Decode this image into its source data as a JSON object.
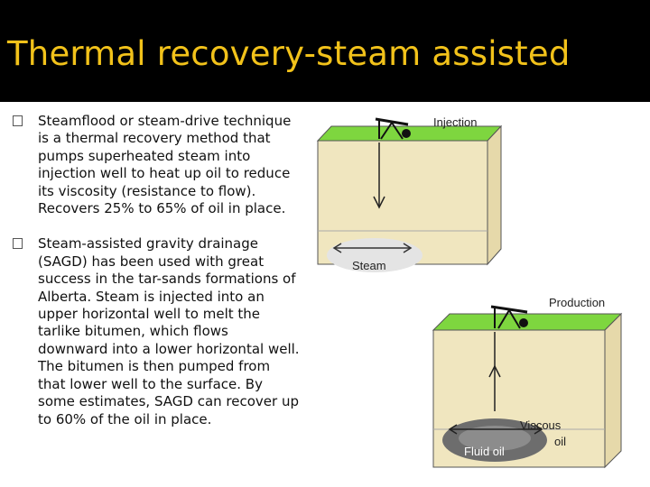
{
  "slide": {
    "title": "Thermal  recovery-steam assisted",
    "bullets": [
      "Steamflood or steam-drive technique is a thermal recovery method that pumps superheated steam into injection well to heat up oil to reduce its viscosity (resistance to flow).  Recovers 25% to 65% of oil in place.",
      "Steam-assisted gravity drainage (SAGD) has been used with great success in the tar-sands formations of Alberta. Steam is injected into an upper horizontal well to melt the tarlike bitumen, which flows downward into a lower horizontal well. The bitumen is then pumped from that lower well to the surface. By some estimates, SAGD can recover up to 60% of the oil in place."
    ]
  },
  "diagrams": {
    "injection": {
      "label": "Injection",
      "zone_label": "Steam"
    },
    "production": {
      "label": "Production",
      "zone_label": "Fluid oil",
      "side_label_1": "Viscous",
      "side_label_2": "oil"
    }
  },
  "colors": {
    "title": "#f2c21a",
    "title_bar": "#000000",
    "ground": "#7ed63f",
    "earth": "#f0e6bf"
  }
}
